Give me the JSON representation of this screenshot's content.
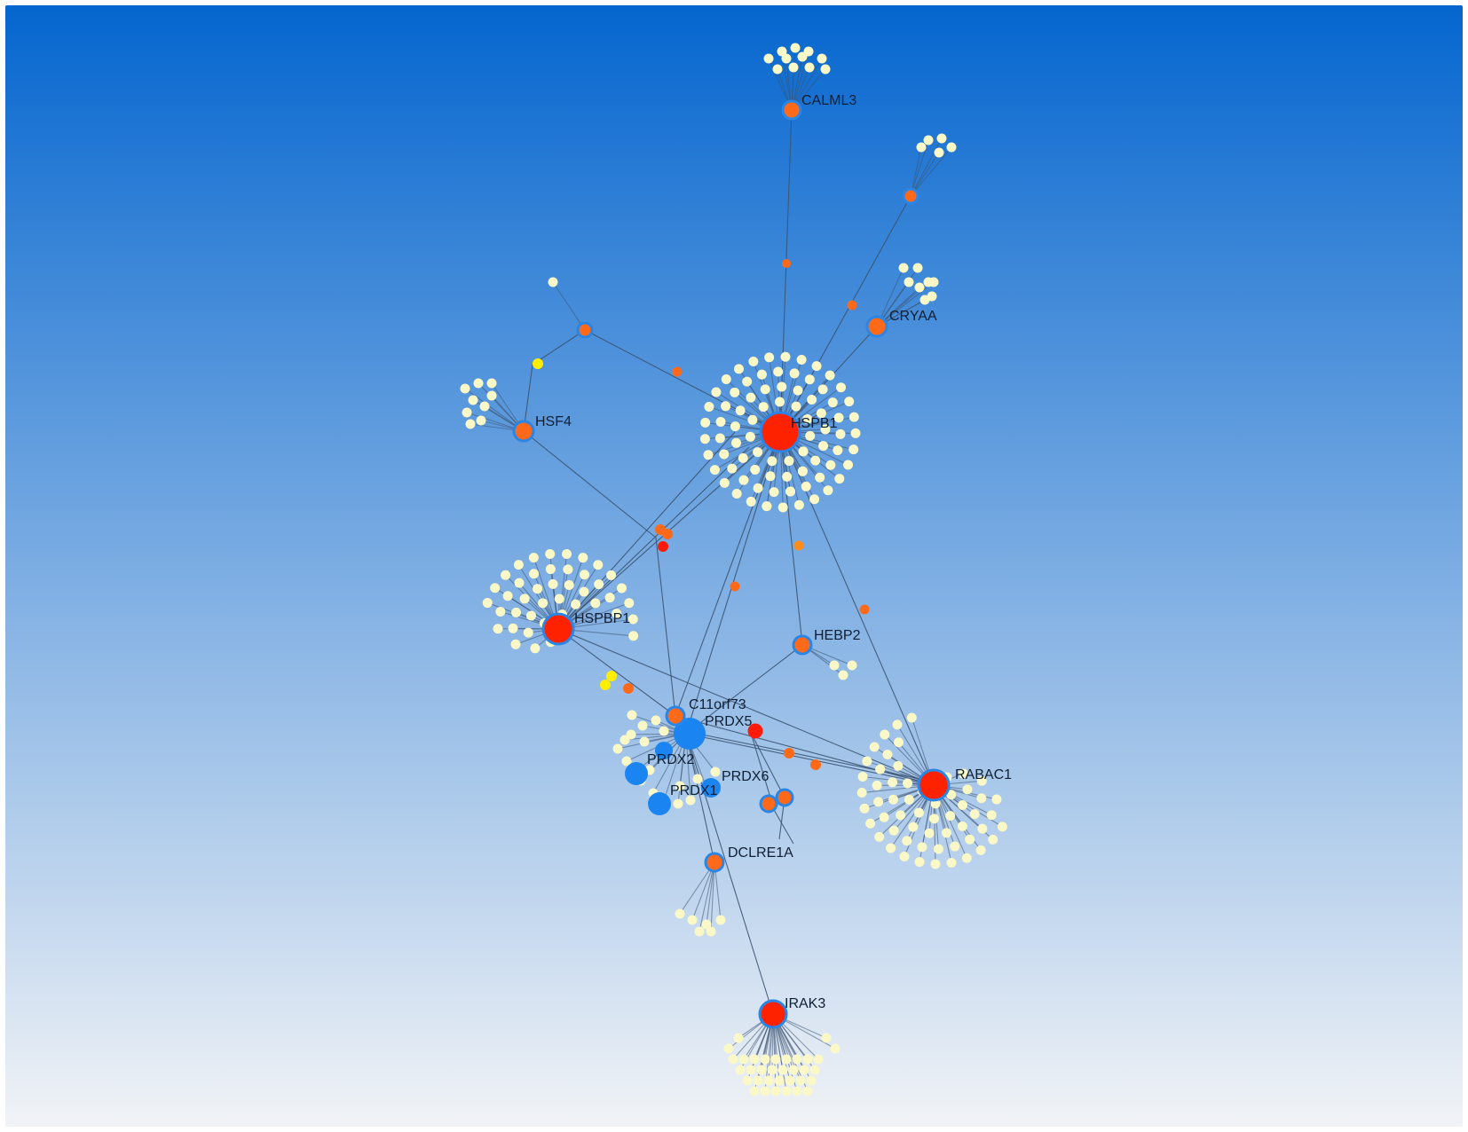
{
  "background": {
    "top_color": "#0566cf",
    "bottom_color": "#f1f3f6"
  },
  "colors": {
    "edge": "#3c5472",
    "hub_red": "#ff2200",
    "orange": "#ff6a1a",
    "light_orange": "#ff8c1a",
    "red_dot": "#ff1a0a",
    "yellow": "#ffee00",
    "blue": "#1a84f0",
    "leaf": "#fbf8c8",
    "node_border": "#2a86e6"
  },
  "labels": {
    "calml3": "CALML3",
    "cryaa": "CRYAA",
    "hsf4": "HSF4",
    "hspb1": "HSPB1",
    "hspbp1": "HSPBP1",
    "hebp2": "HEBP2",
    "c11orf73": "C11orf73",
    "prdx5": "PRDX5",
    "prdx2": "PRDX2",
    "prdx6": "PRDX6",
    "prdx1": "PRDX1",
    "rabac1": "RABAC1",
    "dclre1a": "DCLRE1A",
    "irak3": "IRAK3"
  }
}
